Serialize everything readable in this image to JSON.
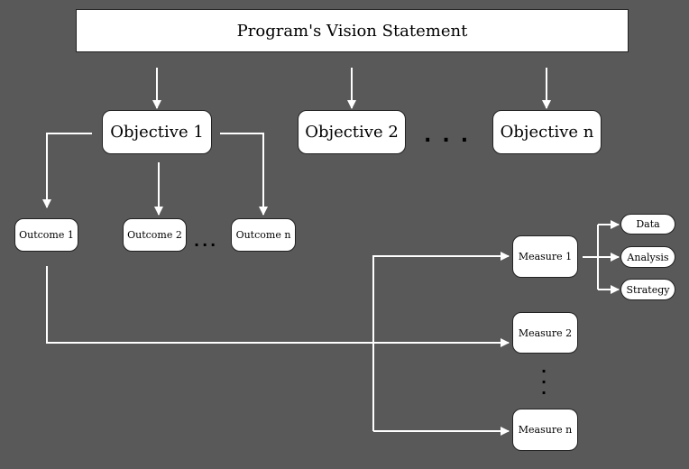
{
  "vision": "Program's Vision Statement",
  "objectives": [
    "Objective 1",
    "Objective 2",
    "Objective n"
  ],
  "outcomes": [
    "Outcome 1",
    "Outcome 2",
    "Outcome n"
  ],
  "measures": [
    "Measure 1",
    "Measure 2",
    "Measure n"
  ],
  "measure_details": [
    "Data",
    "Analysis",
    "Strategy"
  ]
}
